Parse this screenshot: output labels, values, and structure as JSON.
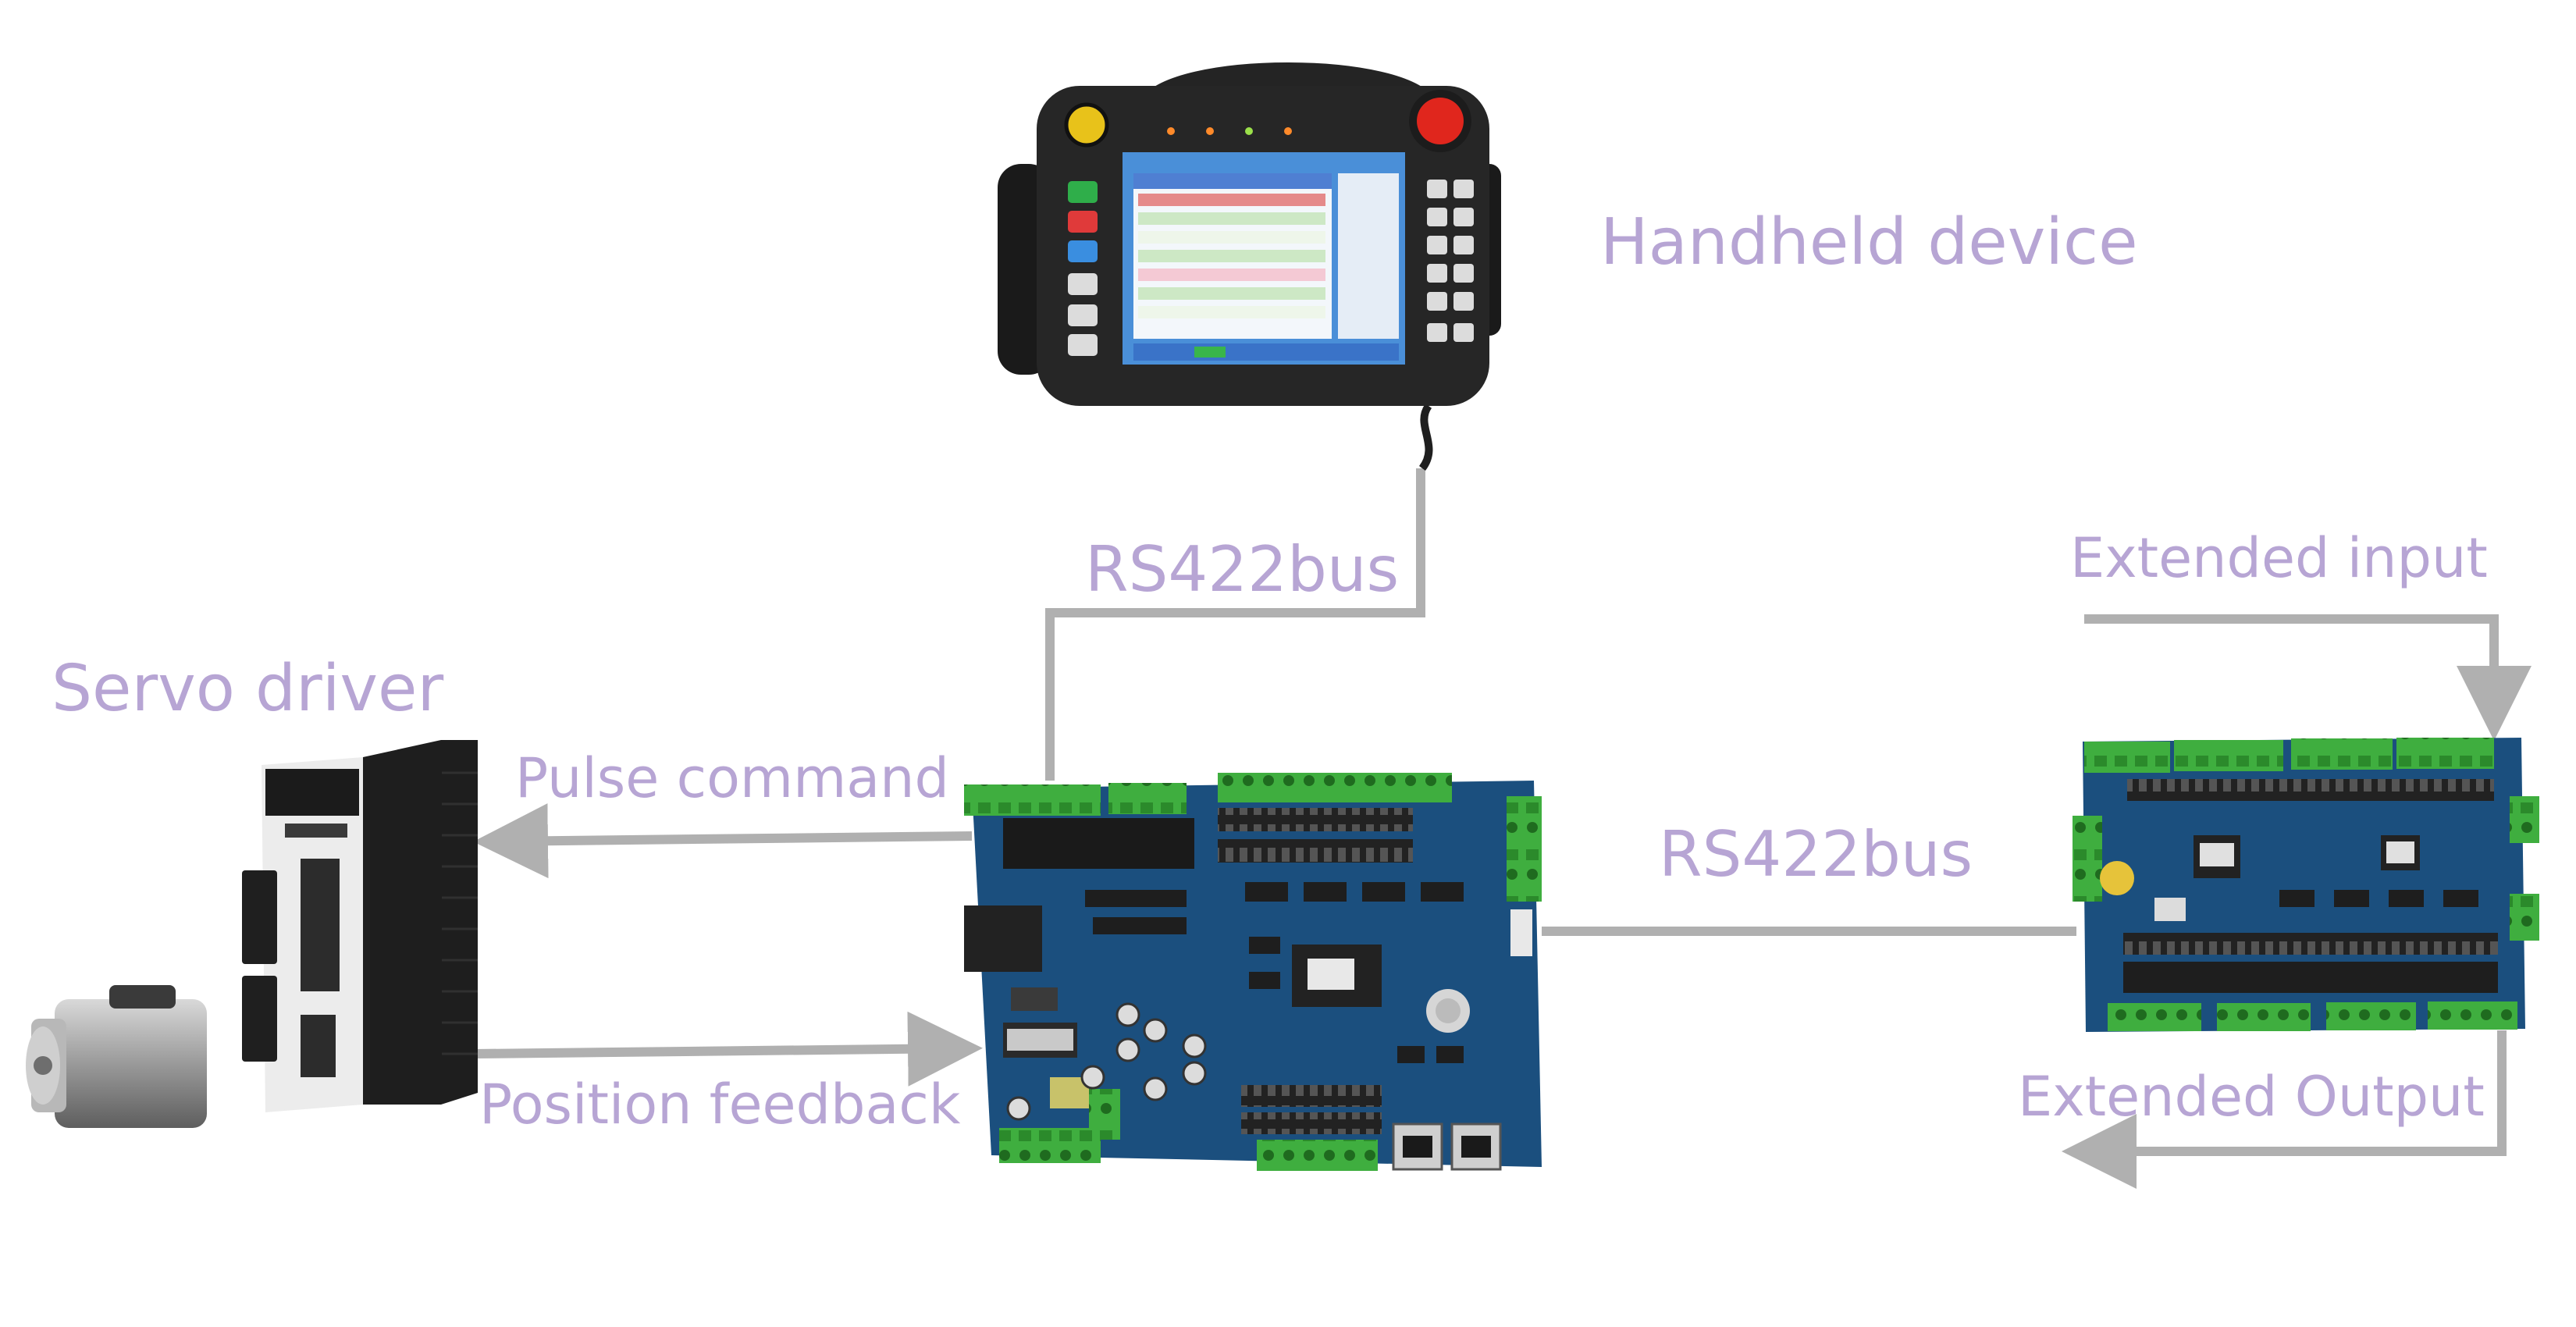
{
  "labels": {
    "handheld_device": "Handheld device",
    "servo_driver": "Servo driver",
    "rs422bus_top": "RS422bus",
    "rs422bus_right": "RS422bus",
    "pulse_command": "Pulse command",
    "position_feedback": "Position feedback",
    "extended_input": "Extended input",
    "extended_output": "Extended Output"
  },
  "colors": {
    "label_text": "#b7a5d4",
    "connector_line": "#b0b0b0",
    "pcb_blue": "#1b4f7e",
    "terminal_green": "#3fae3f",
    "pendant_body": "#262626",
    "estop_red": "#e0261d",
    "screen_blue": "#4a8fd8"
  }
}
